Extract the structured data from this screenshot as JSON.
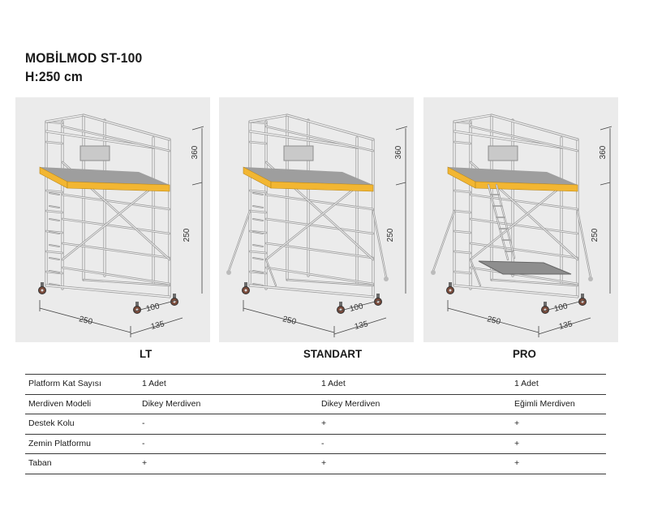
{
  "title": {
    "line1": "MOBİLMOD ST-100",
    "line2": "H:250 cm"
  },
  "variants": [
    {
      "name": "LT",
      "dims": {
        "height_total": "360",
        "height_platform": "250",
        "length": "250",
        "width": "135",
        "inner": "100"
      }
    },
    {
      "name": "STANDART",
      "dims": {
        "height_total": "360",
        "height_platform": "250",
        "length": "250",
        "width": "135",
        "inner": "100"
      }
    },
    {
      "name": "PRO",
      "dims": {
        "height_total": "360",
        "height_platform": "250",
        "length": "250",
        "width": "135",
        "inner": "100"
      }
    }
  ],
  "table": {
    "rows": [
      {
        "label": "Platform Kat Sayısı",
        "lt": "1 Adet",
        "standart": "1 Adet",
        "pro": "1 Adet"
      },
      {
        "label": "Merdiven Modeli",
        "lt": "Dikey Merdiven",
        "standart": "Dikey Merdiven",
        "pro": "Eğimli Merdiven"
      },
      {
        "label": "Destek Kolu",
        "lt": "-",
        "standart": "+",
        "pro": "+"
      },
      {
        "label": "Zemin Platformu",
        "lt": "-",
        "standart": "-",
        "pro": "+"
      },
      {
        "label": "Taban",
        "lt": "+",
        "standart": "+",
        "pro": "+"
      }
    ]
  },
  "colors": {
    "platform": "#f2b632",
    "frame": "#d6d6d6",
    "panel_bg": "#ebebeb"
  }
}
